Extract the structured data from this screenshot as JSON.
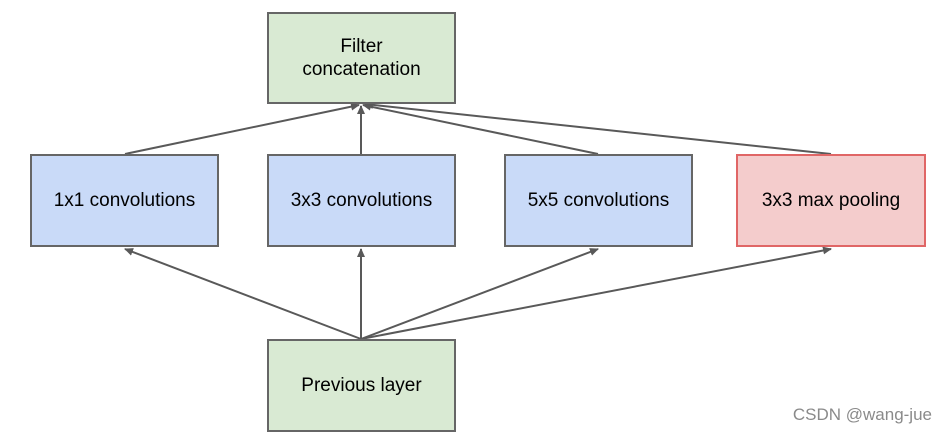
{
  "nodes": {
    "filter_concat": {
      "line1": "Filter",
      "line2": "concatenation",
      "fill": "#d9ead3",
      "border": "#666666"
    },
    "conv1x1": {
      "label": "1x1 convolutions",
      "fill": "#c9daf8",
      "border": "#666666"
    },
    "conv3x3": {
      "label": "3x3 convolutions",
      "fill": "#c9daf8",
      "border": "#666666"
    },
    "conv5x5": {
      "label": "5x5 convolutions",
      "fill": "#c9daf8",
      "border": "#666666"
    },
    "maxpool": {
      "label": "3x3 max pooling",
      "fill": "#f4cccc",
      "border": "#e06666"
    },
    "previous_layer": {
      "label": "Previous layer",
      "fill": "#d9ead3",
      "border": "#666666"
    }
  },
  "edges": [
    {
      "from": "previous_layer",
      "to": "conv1x1"
    },
    {
      "from": "previous_layer",
      "to": "conv3x3"
    },
    {
      "from": "previous_layer",
      "to": "conv5x5"
    },
    {
      "from": "previous_layer",
      "to": "maxpool"
    },
    {
      "from": "conv1x1",
      "to": "filter_concat"
    },
    {
      "from": "conv3x3",
      "to": "filter_concat"
    },
    {
      "from": "conv5x5",
      "to": "filter_concat"
    },
    {
      "from": "maxpool",
      "to": "filter_concat"
    }
  ],
  "edge_color": "#595959",
  "watermark": "CSDN @wang-jue"
}
